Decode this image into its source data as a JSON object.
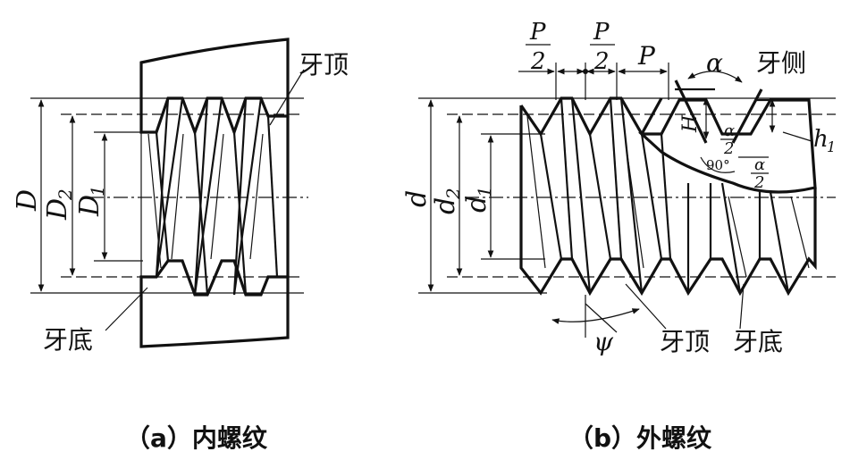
{
  "internal": {
    "label_D": "D",
    "label_D2_main": "D",
    "label_D2_sub": "2",
    "label_D1_main": "D",
    "label_D1_sub": "1",
    "crest": "牙顶",
    "root": "牙底",
    "caption": "（a）内螺纹"
  },
  "external": {
    "label_d": "d",
    "label_d2_main": "d",
    "label_d2_sub": "2",
    "label_d1_main": "d",
    "label_d1_sub": "1",
    "P_half_num_1": "P",
    "P_half_den_1": "2",
    "P_half_num_2": "P",
    "P_half_den_2": "2",
    "P": "P",
    "alpha": "α",
    "flank": "牙侧",
    "H": "H",
    "h1_main": "h",
    "h1_sub": "1",
    "half_alpha_num_1": "α",
    "half_alpha_den_1": "2",
    "half_alpha_num_2": "α",
    "half_alpha_den_2": "2",
    "right_angle": "90°",
    "psi": "ψ",
    "crest": "牙顶",
    "root": "牙底",
    "caption": "（b）外螺纹"
  }
}
